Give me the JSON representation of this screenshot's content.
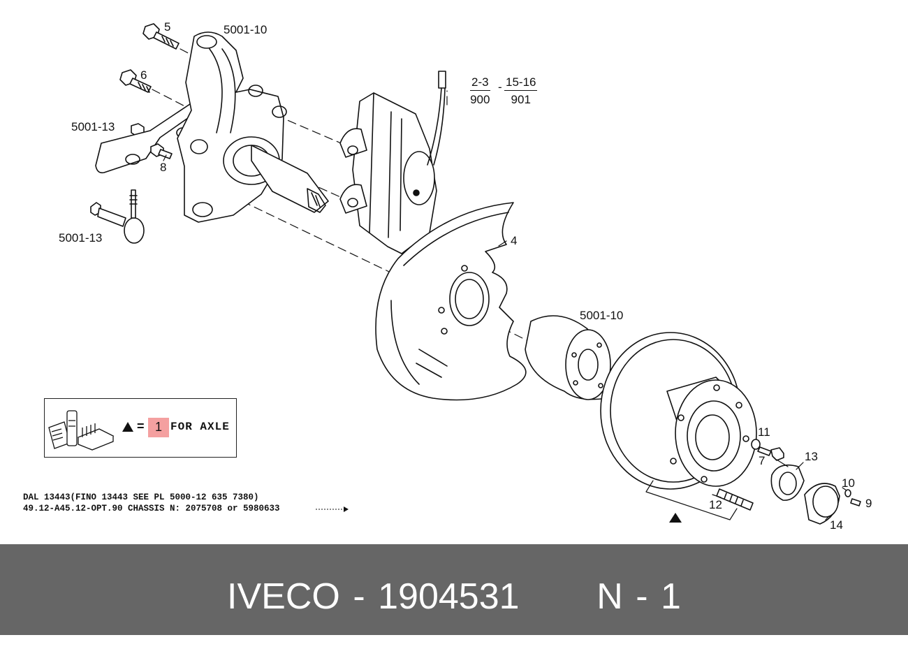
{
  "labels": {
    "l5": "5",
    "l5001_10_top": "5001-10",
    "l6": "6",
    "l5001_13_top": "5001-13",
    "l8": "8",
    "l5001_13_bottom": "5001-13",
    "l4": "4",
    "l5001_10_mid": "5001-10",
    "l11": "11",
    "l7": "7",
    "l13": "13",
    "l10": "10",
    "l9": "9",
    "l12": "12",
    "l14": "14"
  },
  "fractions": {
    "a_num": "2-3",
    "a_den": "900",
    "sep": "-",
    "b_num": "15-16",
    "b_den": "901"
  },
  "legend": {
    "equals": "=",
    "quantity": "1",
    "text": "FOR AXLE"
  },
  "notes": {
    "line1": "DAL 13443(FINO 13443 SEE PL 5000-12 635 7380)",
    "line2": "49.12-A45.12-OPT.90 CHASSIS N: 2075708 or 5980633"
  },
  "footer": {
    "brand": "IVECO",
    "sep": "-",
    "part_number": "1904531",
    "position": "N - 1"
  },
  "colors": {
    "footer_bg": "#666666",
    "footer_text": "#ffffff",
    "highlight": "#f4a0a0",
    "line": "#111111"
  }
}
